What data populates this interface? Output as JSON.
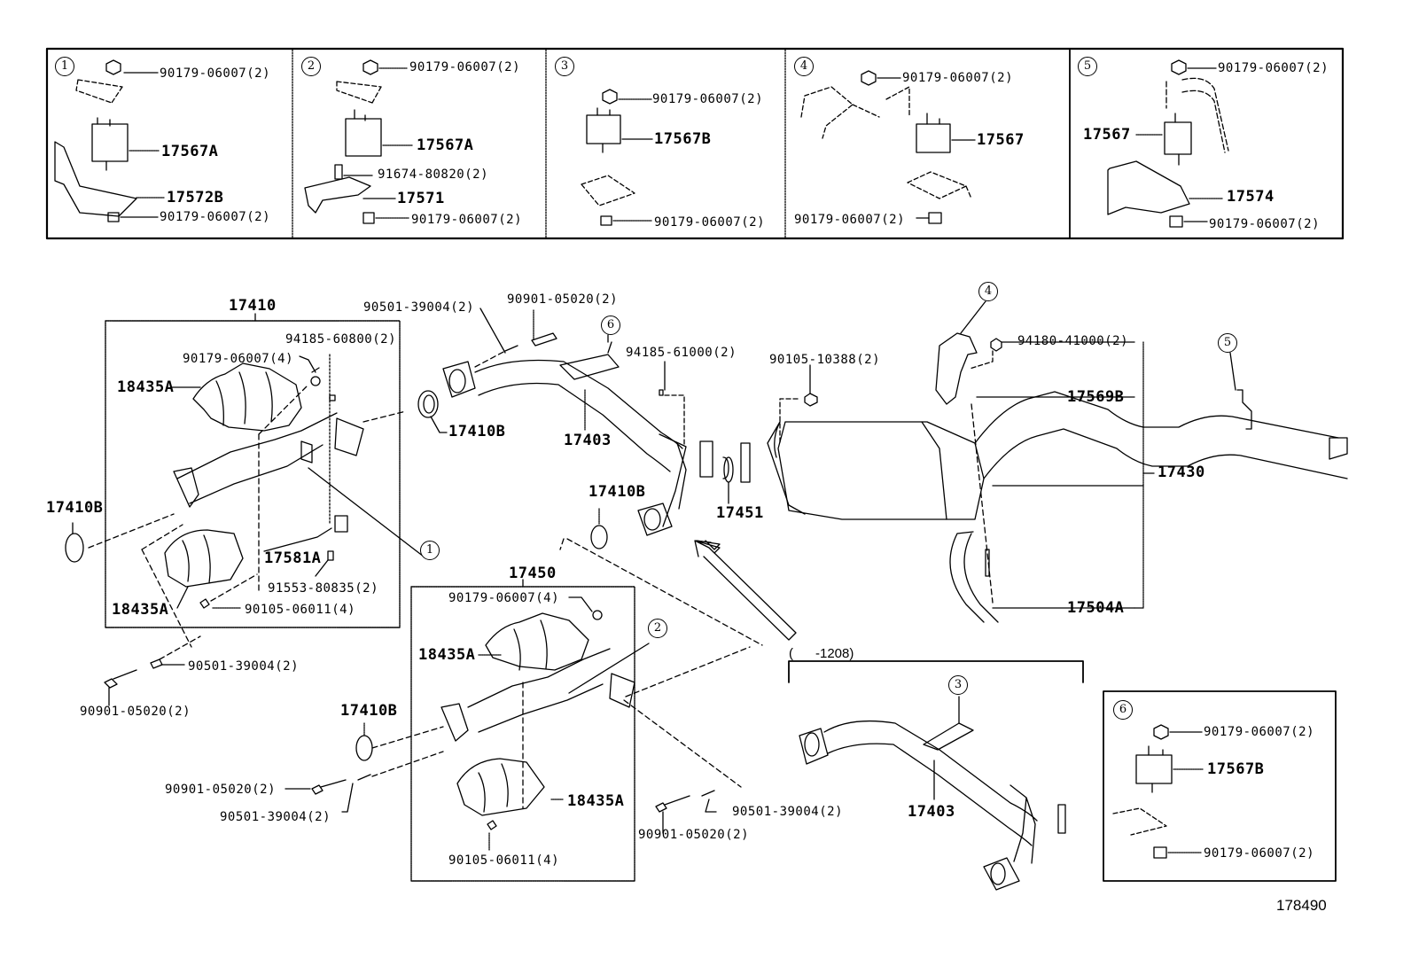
{
  "diagram": {
    "title": "Exhaust pipe & catalytic converter parts diagram",
    "reference_number": "178490",
    "range_note": "(      -1208)",
    "detail_boxes": [
      {
        "id": "1",
        "labels": [
          "90179-06007(2)",
          "17567A",
          "17572B",
          "90179-06007(2)"
        ]
      },
      {
        "id": "2",
        "labels": [
          "90179-06007(2)",
          "17567A",
          "91674-80820(2)",
          "17571",
          "90179-06007(2)"
        ]
      },
      {
        "id": "3",
        "labels": [
          "90179-06007(2)",
          "17567B",
          "90179-06007(2)"
        ]
      },
      {
        "id": "4",
        "labels": [
          "90179-06007(2)",
          "17567",
          "90179-06007(2)"
        ]
      },
      {
        "id": "5",
        "labels": [
          "90179-06007(2)",
          "17567",
          "17574",
          "90179-06007(2)"
        ]
      },
      {
        "id": "6",
        "labels": [
          "90179-06007(2)",
          "17567B",
          "90179-06007(2)"
        ]
      }
    ],
    "front_converter_17410": {
      "assembly": "17410",
      "labels": [
        "94185-60800(2)",
        "90179-06007(4)",
        "18435A",
        "17581A",
        "91553-80835(2)",
        "18435A",
        "90105-06011(4)"
      ],
      "callout": "1"
    },
    "left_loose": {
      "gasket": "17410B",
      "nut": "90501-39004(2)",
      "bolt": "90901-05020(2)"
    },
    "front_pipe": {
      "spring": "90501-39004(2)",
      "bolt": "90901-05020(2)",
      "gasket_top": "17410B",
      "pipe": "17403",
      "nut": "94185-61000(2)",
      "callout": "6",
      "gasket_mid": "17410B",
      "ring": "17451"
    },
    "converter_17450": {
      "assembly": "17450",
      "labels": [
        "90179-06007(4)",
        "18435A",
        "18435A",
        "90105-06011(4)"
      ],
      "callout": "2"
    },
    "bottom_loose": {
      "gasket": "17410B",
      "bolt": "90901-05020(2)",
      "spring": "90501-39004(2)",
      "spring_right": "90501-39004(2)",
      "bolt_right": "90901-05020(2)"
    },
    "tailpipe": {
      "bolt": "90105-10388(2)",
      "callout_4": "4",
      "nut": "94180-41000(2)",
      "bracket": "17569B",
      "callout_5": "5",
      "assembly": "17430",
      "clamp": "17504A"
    },
    "alt_pipe": {
      "pipe": "17403",
      "callout": "3"
    }
  }
}
